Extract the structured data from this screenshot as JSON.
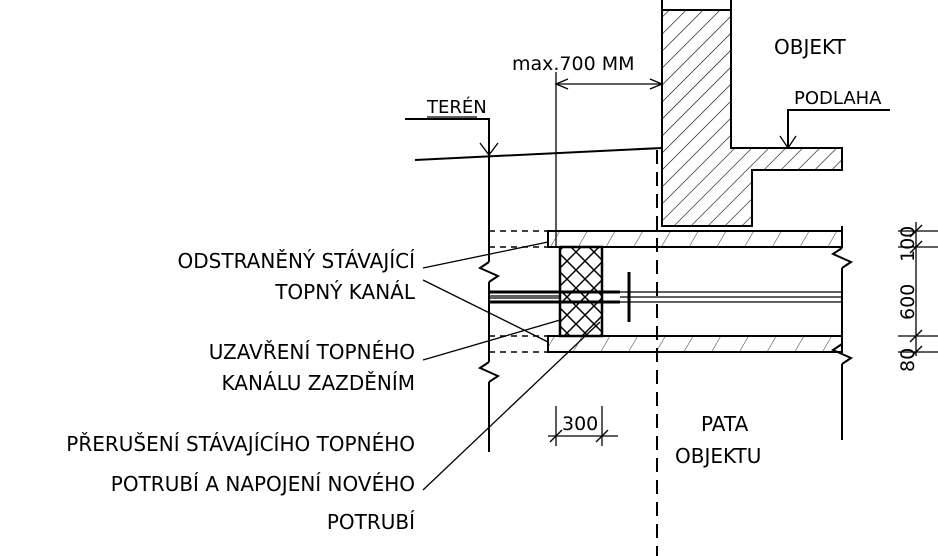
{
  "labels": {
    "objekt": "OBJEKT",
    "podlaha": "PODLAHA",
    "teren": "TERÉN",
    "max_dim": "max.700 MM",
    "odstraneny_1": "ODSTRANĚNÝ STÁVAJÍCÍ",
    "odstraneny_2": "TOPNÝ KANÁL",
    "uzavreni_1": "UZAVŘENÍ TOPNÉHO",
    "uzavreni_2": "KANÁLU ZAZDĚNÍM",
    "preruseni_1": "PŘERUŠENÍ STÁVAJÍCÍHO TOPNÉHO",
    "preruseni_2": "POTRUBÍ A NAPOJENÍ NOVÉHO",
    "preruseni_3": "POTRUBÍ",
    "pata_1": "PATA",
    "pata_2": "OBJEKTU"
  },
  "dimensions": {
    "wall_width": "300",
    "vertical": [
      "80",
      "600",
      "100"
    ]
  }
}
